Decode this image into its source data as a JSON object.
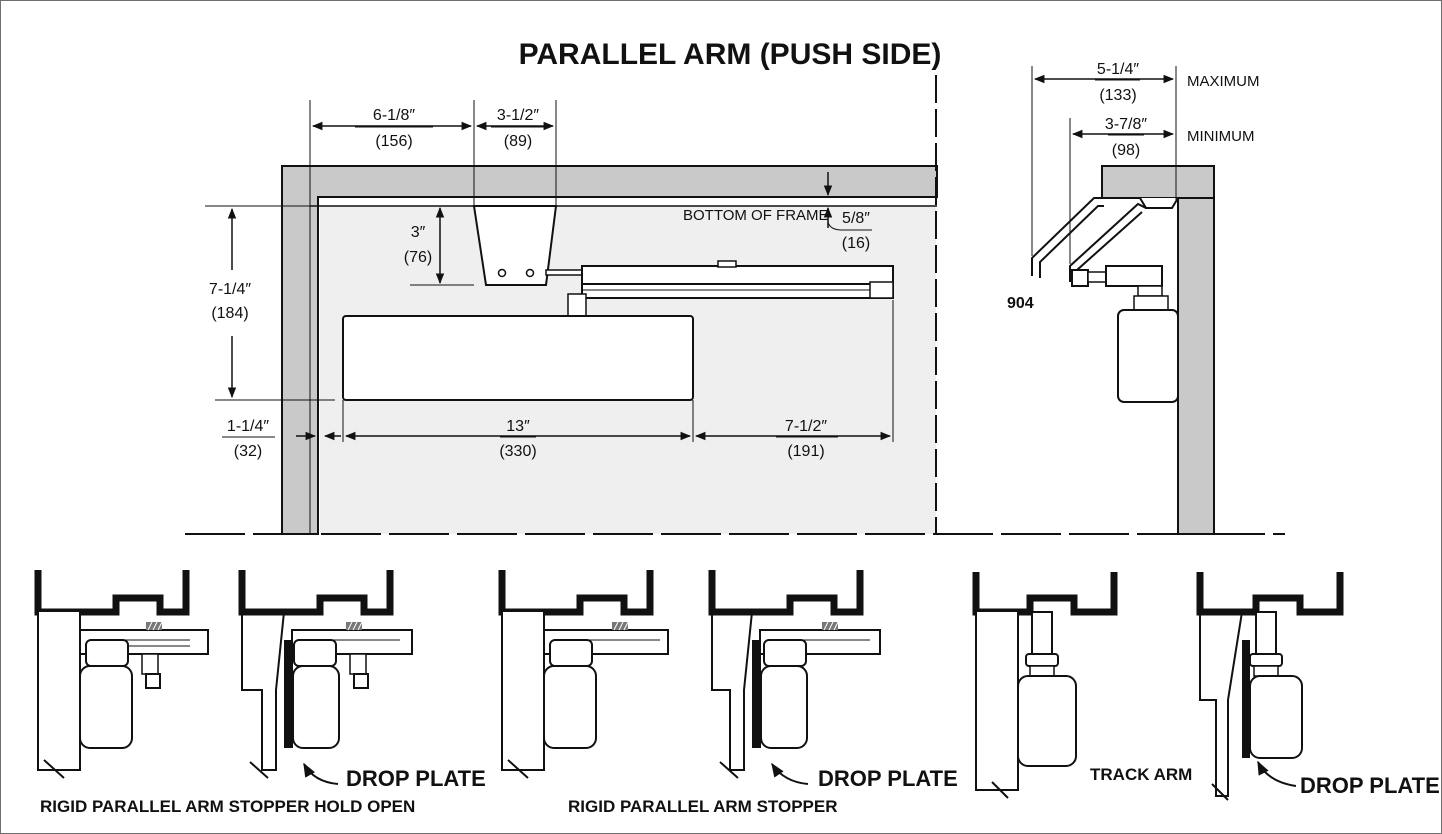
{
  "title": "PARALLEL ARM (PUSH SIDE)",
  "dims": {
    "d1_in": "6-1/8″",
    "d1_mm": "(156)",
    "d2_in": "3-1/2″",
    "d2_mm": "(89)",
    "d3_in": "3″",
    "d3_mm": "(76)",
    "d4_in": "7-1/4″",
    "d4_mm": "(184)",
    "d5_in": "5/8″",
    "d5_mm": "(16)",
    "d6_in": "1-1/4″",
    "d6_mm": "(32)",
    "d7_in": "13″",
    "d7_mm": "(330)",
    "d8_in": "7-1/2″",
    "d8_mm": "(191)",
    "max_in": "5-1/4″",
    "max_mm": "(133)",
    "min_in": "3-7/8″",
    "min_mm": "(98)"
  },
  "labels": {
    "bottom_of_frame": "BOTTOM OF FRAME",
    "maximum": "MAXIMUM",
    "minimum": "MINIMUM",
    "model": "904",
    "drop_plate": "DROP PLATE",
    "track_arm": "TRACK ARM"
  },
  "captions": {
    "hold_open": "RIGID PARALLEL ARM STOPPER HOLD OPEN",
    "stopper": "RIGID PARALLEL ARM STOPPER"
  },
  "colors": {
    "frame_fill": "#c9c9c9",
    "door_fill": "#efefef",
    "line": "#111111"
  }
}
